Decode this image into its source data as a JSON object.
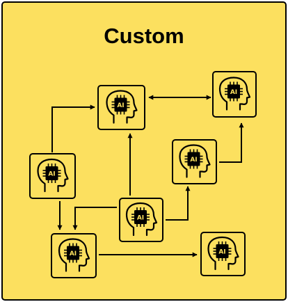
{
  "diagram": {
    "title": "Custom",
    "chip_label": "AI",
    "node_icon": "ai-head-icon",
    "colors": {
      "background": "#FCE05F",
      "stroke": "#000000",
      "node_fill": "#FCE05F",
      "chip_fill": "#000000",
      "chip_text": "#FCE05F"
    },
    "nodes": [
      {
        "id": "n1"
      },
      {
        "id": "n2"
      },
      {
        "id": "n3"
      },
      {
        "id": "n4"
      },
      {
        "id": "n5"
      },
      {
        "id": "n6"
      },
      {
        "id": "n7"
      }
    ],
    "edges": [
      {
        "from": "n1",
        "to": "n2",
        "bidirectional": true
      },
      {
        "from": "n3",
        "to": "n1",
        "bidirectional": false
      },
      {
        "from": "n5",
        "to": "n4",
        "bidirectional": false
      },
      {
        "from": "n6",
        "to": "n1",
        "bidirectional": false
      },
      {
        "from": "n6",
        "to": "n4",
        "bidirectional": false
      },
      {
        "from": "n6",
        "to": "n5",
        "bidirectional": false
      },
      {
        "from": "n3",
        "to": "n5",
        "bidirectional": false
      },
      {
        "from": "n5",
        "to": "n7",
        "bidirectional": false
      }
    ]
  }
}
